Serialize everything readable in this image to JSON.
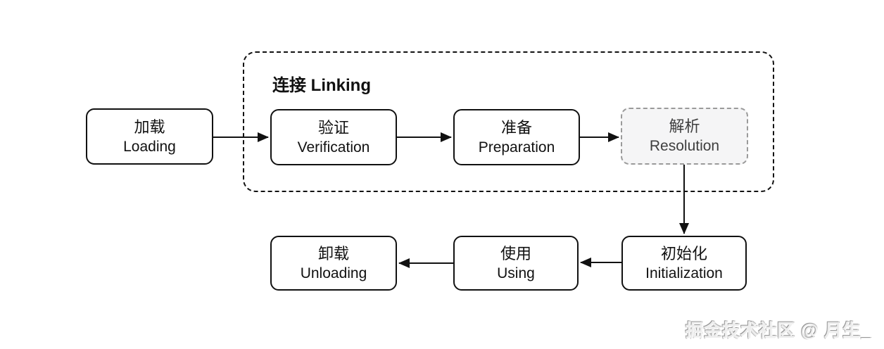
{
  "linking_group": {
    "title": "连接 Linking"
  },
  "nodes": {
    "loading": {
      "zh": "加载",
      "en": "Loading"
    },
    "verification": {
      "zh": "验证",
      "en": "Verification"
    },
    "preparation": {
      "zh": "准备",
      "en": "Preparation"
    },
    "resolution": {
      "zh": "解析",
      "en": "Resolution"
    },
    "initialization": {
      "zh": "初始化",
      "en": "Initialization"
    },
    "using": {
      "zh": "使用",
      "en": "Using"
    },
    "unloading": {
      "zh": "卸载",
      "en": "Unloading"
    }
  },
  "edges": [
    {
      "from": "loading",
      "to": "verification"
    },
    {
      "from": "verification",
      "to": "preparation"
    },
    {
      "from": "preparation",
      "to": "resolution"
    },
    {
      "from": "resolution",
      "to": "initialization"
    },
    {
      "from": "initialization",
      "to": "using"
    },
    {
      "from": "using",
      "to": "unloading"
    }
  ],
  "watermark": {
    "text": "掘金技术社区 @ 月生_"
  },
  "colors": {
    "line": "#111111",
    "node_border": "#111111",
    "ghost_border": "#9a9a9a",
    "ghost_bg": "#f5f5f6",
    "ghost_text": "#3f3f3f"
  }
}
